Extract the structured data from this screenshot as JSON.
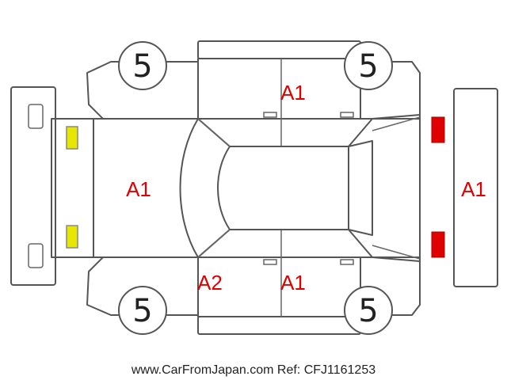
{
  "diagram": {
    "tire_depths": {
      "front_left": "5",
      "front_right": "5",
      "rear_left": "5",
      "rear_right": "5"
    },
    "damage_codes": {
      "hood": "A1",
      "roof_top_doors": "A1",
      "rear_bumper": "A1",
      "left_front_door": "A2",
      "left_rear_door": "A1"
    },
    "colors": {
      "code_text": "#e00000",
      "headlight": "#e6e600",
      "taillight": "#e00000",
      "outline": "#555555"
    }
  },
  "footer": {
    "text": "www.CarFromJapan.com Ref: CFJ1161253"
  }
}
